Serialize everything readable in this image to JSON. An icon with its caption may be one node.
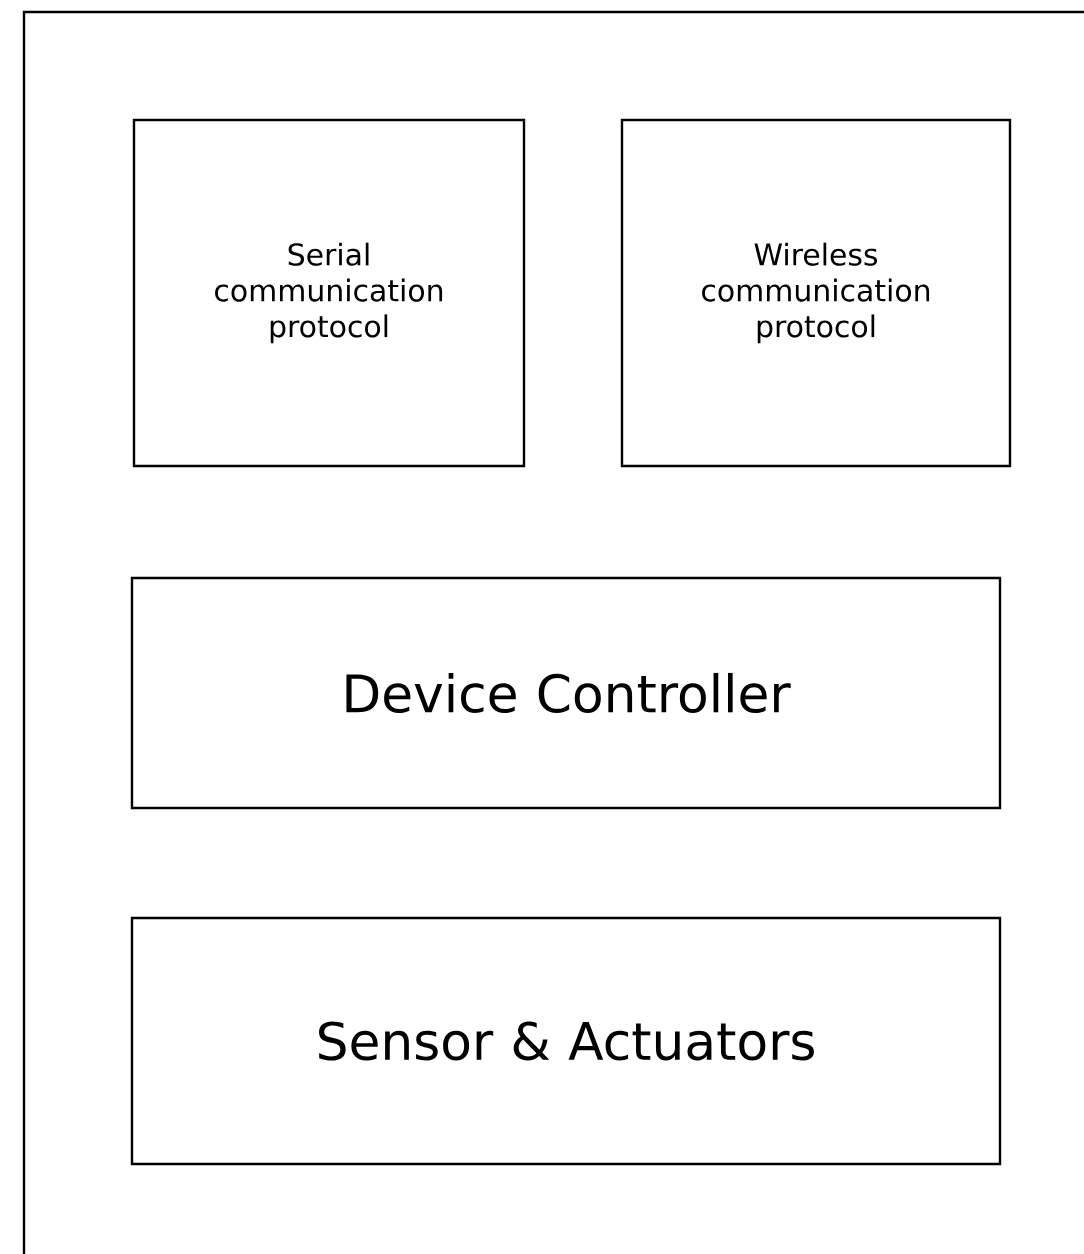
{
  "diagram": {
    "nodes": [
      {
        "text": [
          "Serial communication protocol"
        ]
      },
      {
        "text": [
          "Wireless communication protocol"
        ]
      },
      {
        "text": [
          "Device Controller"
        ]
      },
      {
        "text": [
          "Sensor & Actuators"
        ]
      }
    ]
  }
}
